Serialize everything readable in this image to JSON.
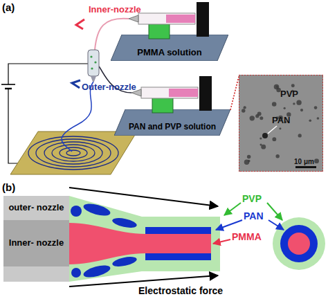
{
  "diagram": {
    "nodes": [
      {
        "text": [
          "PMMA solution"
        ]
      },
      {
        "text": [
          "PAN and PVP solution"
        ]
      },
      {
        "text": [
          "PVP",
          "PAN",
          "10 μm"
        ]
      },
      {
        "text": [
          "outer- nozzle"
        ]
      },
      {
        "text": [
          "Inner- nozzle"
        ]
      }
    ],
    "edges": [
      {
        "from": 1,
        "to": 2,
        "arrow": "none"
      }
    ],
    "labels": [
      "(a)",
      "Inner-nozzle",
      "Outer-nozzle",
      "(b)",
      "PVP",
      "PAN",
      "PMMA",
      "Electrostatic force"
    ]
  }
}
